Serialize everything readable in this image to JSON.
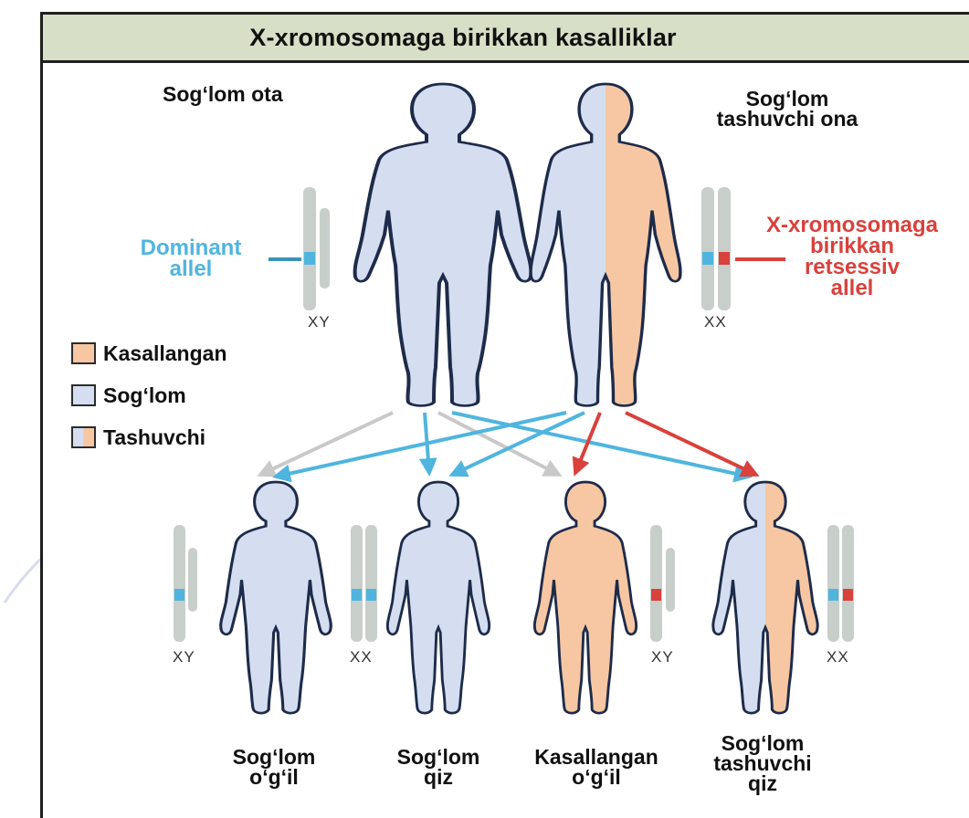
{
  "title": "X-xromosomaga birikkan kasalliklar",
  "parents": {
    "father_label": "Sog‘lom ota",
    "mother_label_line1": "Sog‘lom",
    "mother_label_line2": "tashuvchi ona"
  },
  "alleles": {
    "dominant_line1": "Dominant",
    "dominant_line2": "allel",
    "recessive_line1": "X-xromosomaga",
    "recessive_line2": "birikkan",
    "recessive_line3": "retsessiv",
    "recessive_line4": "allel"
  },
  "chromosome_labels": {
    "father": "XY",
    "mother": "XX",
    "child1": "XY",
    "child2": "XX",
    "child3": "XY",
    "child4": "XX"
  },
  "legend": [
    {
      "label": "Kasallangan",
      "color": "#f6c7a2"
    },
    {
      "label": "Sog‘lom",
      "color": "#d4def0"
    },
    {
      "label": "Tashuvchi",
      "color": "split"
    }
  ],
  "children": [
    {
      "line1": "Sog‘lom",
      "line2": "o‘g‘il"
    },
    {
      "line1": "Sog‘lom",
      "line2": "qiz"
    },
    {
      "line1": "Kasallangan",
      "line2": "o‘g‘il"
    },
    {
      "line1": "Sog‘lom",
      "line2": "tashuvchi",
      "line3": "qiz"
    }
  ],
  "colors": {
    "healthy": "#d4def0",
    "affected": "#f6c7a2",
    "outline": "#1e2b4a",
    "dominant": "#4fb5df",
    "recessive": "#d9413c",
    "chromosome": "#c8cfcb",
    "neutral_arrow": "#c9c9c9",
    "title_bg": "#d7dfc6"
  }
}
